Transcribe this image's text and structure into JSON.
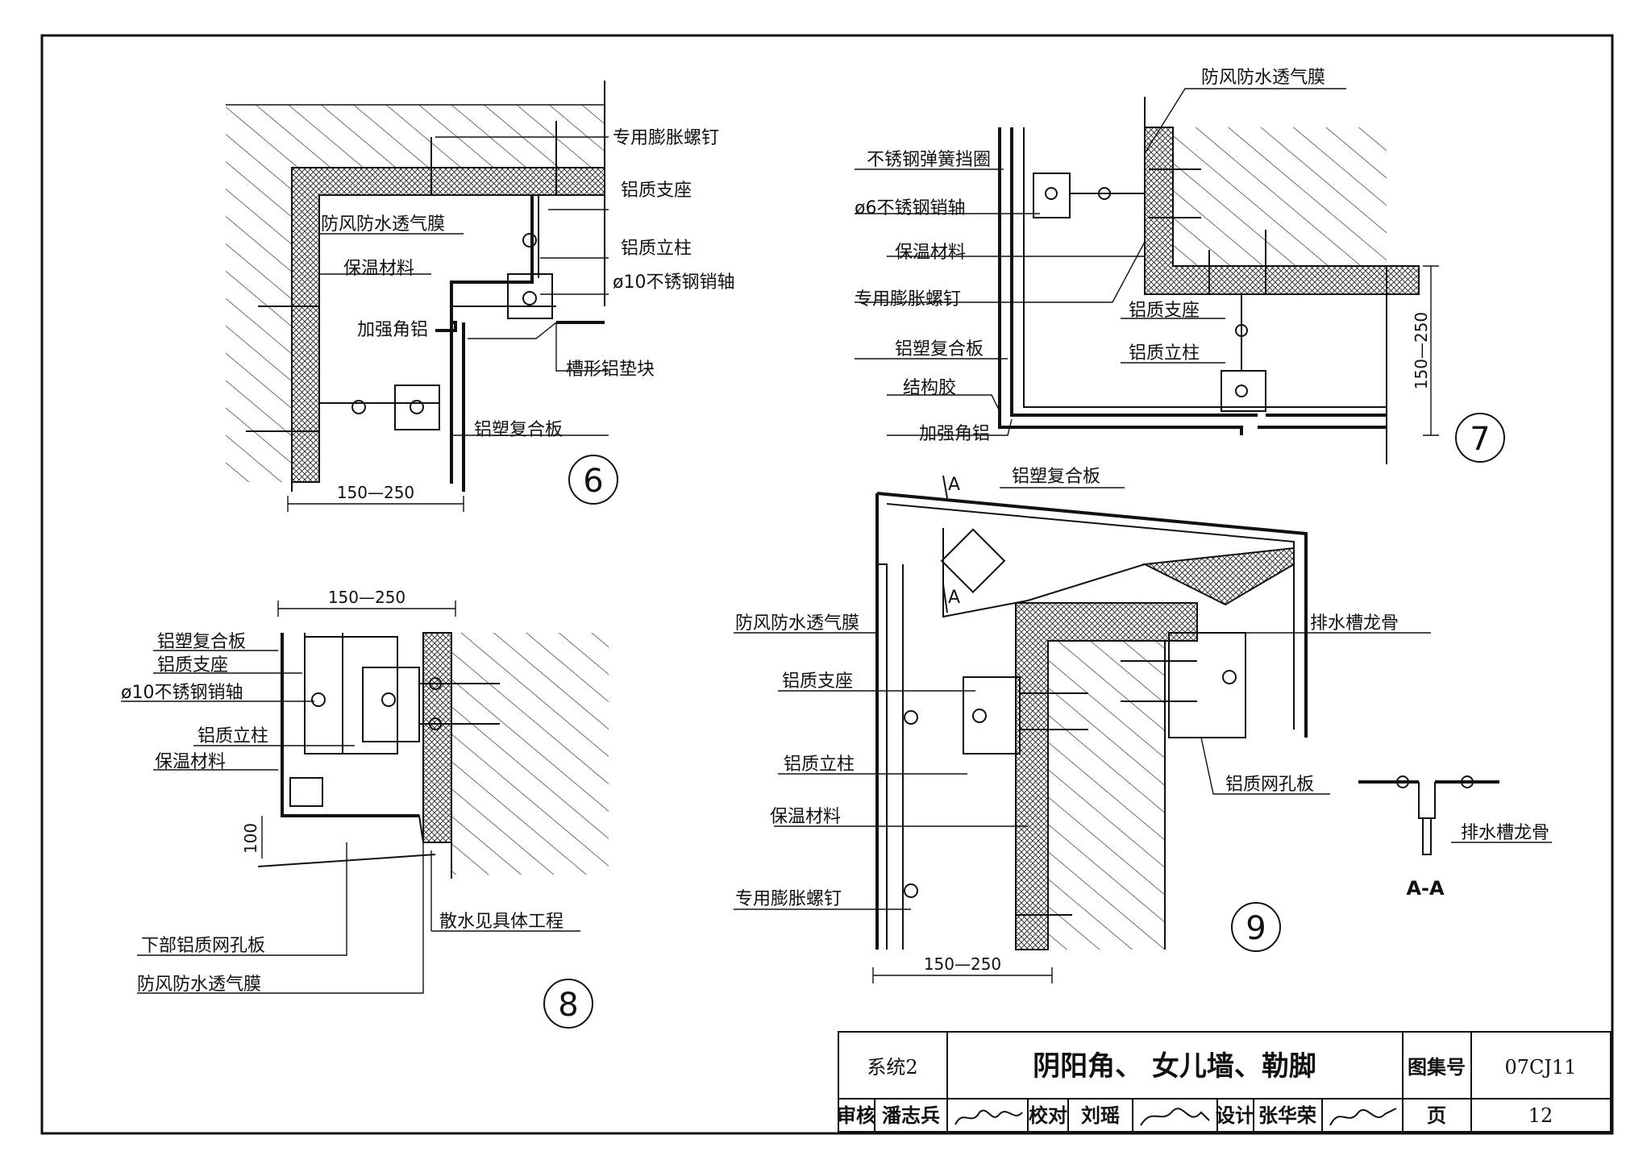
{
  "drawing": {
    "title": "阴阳角、 女儿墙、勒脚",
    "system": "系统2",
    "atlas_label": "图集号",
    "atlas_no": "07CJ11",
    "page_label": "页",
    "page_no": "12",
    "review_label": "审核",
    "reviewer": "潘志兵",
    "check_label": "校对",
    "checker": "刘瑶",
    "design_label": "设计",
    "designer": "张华荣"
  },
  "detail6": {
    "number": "6",
    "dim": "150—250",
    "labels": [
      "专用膨胀螺钉",
      "铝质支座",
      "防风防水透气膜",
      "铝质立柱",
      "保温材料",
      "ø10不锈钢销轴",
      "加强角铝",
      "槽形铝垫块",
      "铝塑复合板"
    ]
  },
  "detail7": {
    "number": "7",
    "dim": "150—250",
    "labels": [
      "防风防水透气膜",
      "不锈钢弹簧挡圈",
      "ø6不锈钢销轴",
      "保温材料",
      "专用膨胀螺钉",
      "铝质支座",
      "铝塑复合板",
      "铝质立柱",
      "结构胶",
      "加强角铝"
    ]
  },
  "detail8": {
    "number": "8",
    "dim": "150—250",
    "dim_small": "100",
    "labels": [
      "铝塑复合板",
      "铝质支座",
      "ø10不锈钢销轴",
      "铝质立柱",
      "保温材料",
      "下部铝质网孔板",
      "散水见具体工程",
      "防风防水透气膜"
    ]
  },
  "detail9": {
    "number": "9",
    "dim": "150—250",
    "section_mark": "A",
    "labels": [
      "铝塑复合板",
      "防风防水透气膜",
      "排水槽龙骨",
      "铝质支座",
      "铝质立柱",
      "铝质网孔板",
      "保温材料",
      "专用膨胀螺钉"
    ]
  },
  "section_aa": {
    "title": "A-A",
    "label": "排水槽龙骨"
  }
}
